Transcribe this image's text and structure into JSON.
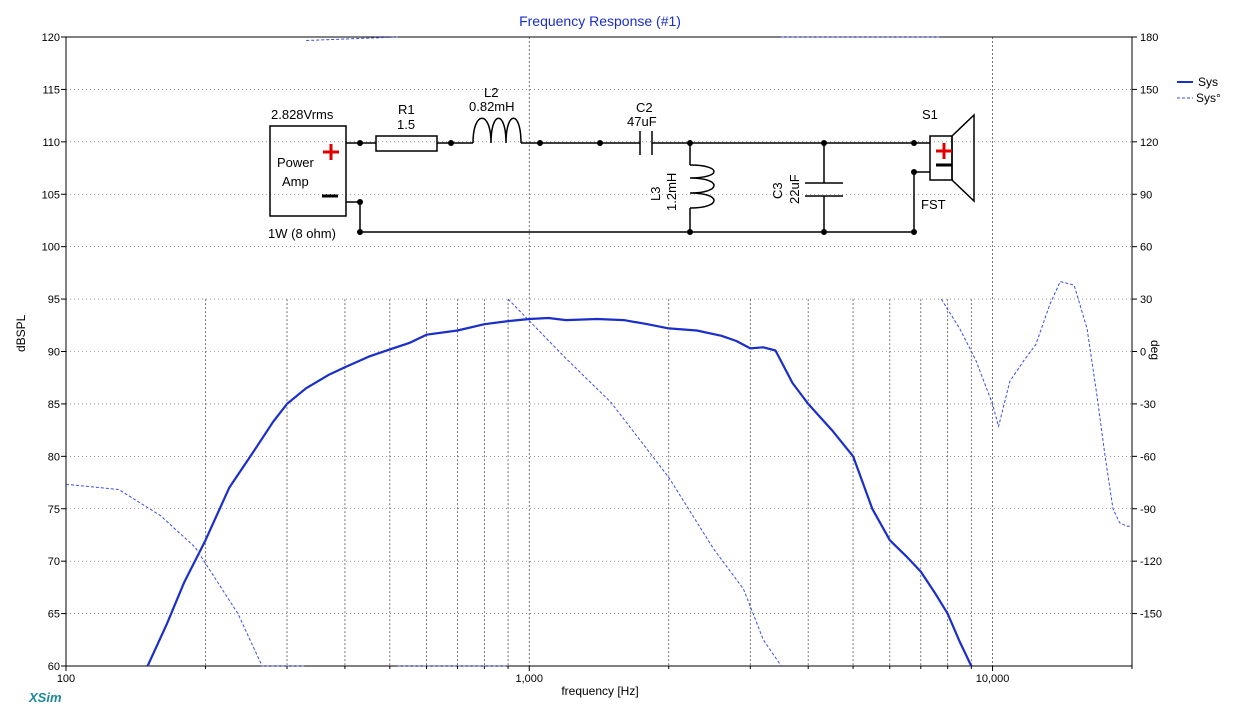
{
  "chart_data": {
    "type": "line",
    "title": "Frequency Response (#1)",
    "xlabel": "frequency [Hz]",
    "ylabel": "dBSPL",
    "y2label": "deg",
    "x_scale": "log",
    "xlim": [
      100,
      20000
    ],
    "ylim": [
      60,
      120
    ],
    "y2lim": [
      -180,
      180
    ],
    "x_tick_labels": [
      {
        "value": 100,
        "label": "100"
      },
      {
        "value": 1000,
        "label": "1,000"
      },
      {
        "value": 10000,
        "label": "10,000"
      }
    ],
    "y_ticks": [
      120,
      115,
      110,
      105,
      100,
      95,
      90,
      85,
      80,
      75,
      70,
      65,
      60
    ],
    "y2_ticks": [
      180,
      150,
      120,
      90,
      60,
      30,
      0,
      -30,
      -60,
      -90,
      -120,
      -150
    ],
    "grid": true,
    "legend_position": "top-right",
    "colors": {
      "spl": "#1a2fc9",
      "phase": "#3a4fe0",
      "grid": "#555555",
      "title": "#1a2fc9",
      "brand": "#1a8a9a"
    },
    "series": [
      {
        "name": "Sys",
        "axis": "left",
        "style": "solid",
        "points": [
          [
            150,
            60
          ],
          [
            165,
            64
          ],
          [
            180,
            68
          ],
          [
            200,
            72
          ],
          [
            225,
            77
          ],
          [
            250,
            80
          ],
          [
            280,
            83.3
          ],
          [
            300,
            85
          ],
          [
            330,
            86.5
          ],
          [
            370,
            87.8
          ],
          [
            400,
            88.5
          ],
          [
            450,
            89.5
          ],
          [
            500,
            90.2
          ],
          [
            550,
            90.8
          ],
          [
            600,
            91.6
          ],
          [
            700,
            92
          ],
          [
            800,
            92.6
          ],
          [
            900,
            92.9
          ],
          [
            1000,
            93.1
          ],
          [
            1100,
            93.2
          ],
          [
            1200,
            93
          ],
          [
            1400,
            93.1
          ],
          [
            1600,
            93
          ],
          [
            1800,
            92.6
          ],
          [
            2000,
            92.2
          ],
          [
            2300,
            92
          ],
          [
            2600,
            91.5
          ],
          [
            2800,
            91
          ],
          [
            3000,
            90.3
          ],
          [
            3200,
            90.4
          ],
          [
            3400,
            90.1
          ],
          [
            3700,
            87
          ],
          [
            4000,
            85
          ],
          [
            4500,
            82.5
          ],
          [
            5000,
            80
          ],
          [
            5500,
            75
          ],
          [
            6000,
            72
          ],
          [
            6500,
            70.5
          ],
          [
            7000,
            69
          ],
          [
            7500,
            67
          ],
          [
            8000,
            65
          ],
          [
            8500,
            62.3
          ],
          [
            9000,
            60
          ]
        ]
      },
      {
        "name": "Sys°",
        "axis": "right",
        "style": "dashed",
        "points": [
          [
            100,
            -76
          ],
          [
            130,
            -79
          ],
          [
            160,
            -94
          ],
          [
            190,
            -112
          ],
          [
            210,
            -130
          ],
          [
            235,
            -150
          ],
          [
            265,
            -180
          ],
          [
            330,
            -180
          ],
          [
            330,
            178
          ],
          [
            520,
            180
          ],
          [
            520,
            -180
          ],
          [
            900,
            -180
          ],
          [
            900,
            30
          ],
          [
            1200,
            -4
          ],
          [
            1500,
            -29
          ],
          [
            2000,
            -72
          ],
          [
            2500,
            -113
          ],
          [
            2900,
            -136
          ],
          [
            3200,
            -165
          ],
          [
            3500,
            -180
          ],
          [
            3500,
            180
          ],
          [
            7750,
            180
          ],
          [
            7750,
            30
          ],
          [
            8500,
            13
          ],
          [
            9200,
            -5
          ],
          [
            10000,
            -30
          ],
          [
            10300,
            -43
          ],
          [
            10900,
            -17
          ],
          [
            11700,
            -5
          ],
          [
            12400,
            4
          ],
          [
            13300,
            27
          ],
          [
            14000,
            40
          ],
          [
            15000,
            38
          ],
          [
            16000,
            13
          ],
          [
            16800,
            -25
          ],
          [
            17500,
            -60
          ],
          [
            18200,
            -90
          ],
          [
            18800,
            -98
          ],
          [
            19500,
            -100
          ],
          [
            20000,
            -100
          ]
        ]
      }
    ]
  },
  "schematic": {
    "source": "2.828Vrms",
    "amp_line1": "Power",
    "amp_line2": "Amp",
    "load": "1W (8 ohm)",
    "r1_name": "R1",
    "r1_value": "1.5",
    "l2_name": "L2",
    "l2_value": "0.82mH",
    "c2_name": "C2",
    "c2_value": "47uF",
    "l3_name": "L3",
    "l3_value": "1.2mH",
    "c3_name": "C3",
    "c3_value": "22uF",
    "speaker_name": "S1",
    "speaker_model": "FST"
  },
  "branding": {
    "logo": "XSim"
  }
}
